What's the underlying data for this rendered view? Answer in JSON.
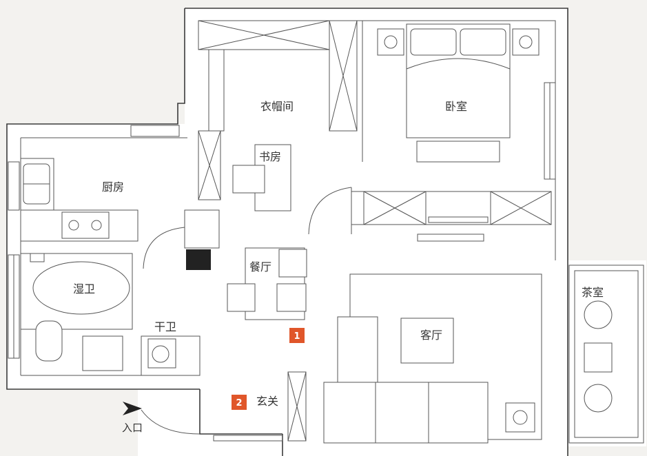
{
  "rooms": {
    "wardrobe": "衣帽间",
    "bedroom": "卧室",
    "study": "书房",
    "kitchen": "厨房",
    "dining": "餐厅",
    "wet_bath": "湿卫",
    "dry_bath": "干卫",
    "living": "客厅",
    "tea_room": "茶室",
    "foyer": "玄关"
  },
  "entrance": {
    "label": "入口"
  },
  "markers": [
    {
      "number": "1",
      "color": "#e0562a"
    },
    {
      "number": "2",
      "color": "#e0562a"
    }
  ],
  "colors": {
    "wall": "#3a3a3a",
    "room": "#ffffff",
    "background": "#f3f2ef"
  }
}
